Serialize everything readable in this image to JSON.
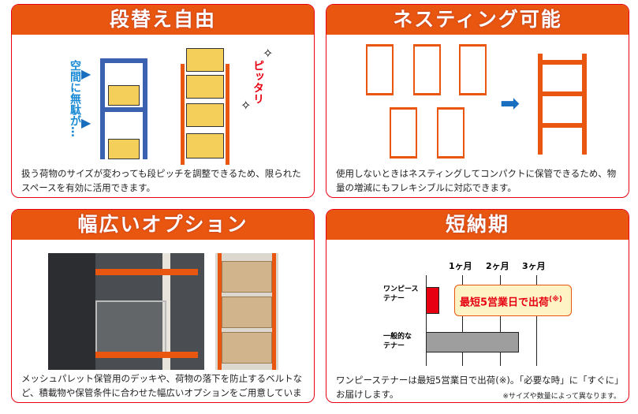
{
  "panels": {
    "p1": {
      "title": "段替え自由",
      "side_label": "空間に無駄が…",
      "fit_label": "ピッタリ",
      "desc": "扱う荷物のサイズが変わっても段ピッチを調整できるため、限られたスペースを有効に活用できます。"
    },
    "p2": {
      "title": "ネスティング可能",
      "desc": "使用しないときはネスティングしてコンパクトに保管できるため、物量の増減にもフレキシブルに対応できます。"
    },
    "p3": {
      "title": "幅広いオプション",
      "desc": "メッシュパレット保管用のデッキや、荷物の落下を防止するベルトなど、積載物や保管条件に合わせた幅広いオプションをご用意しています。"
    },
    "p4": {
      "title": "短納期",
      "months": [
        "1ヶ月",
        "2ヶ月",
        "3ヶ月"
      ],
      "row1": "ワンピース\nテナー",
      "row2": "一般的な\nテナー",
      "callout": "最短5営業日で出荷",
      "callout_note": "(※)",
      "desc": "ワンピーステナーは最短5営業日で出荷(※)。「必要な時」に「すぐに」お届けします。",
      "footnote": "※サイズや数量によって異なります。"
    }
  },
  "colors": {
    "header": "#e8560f",
    "border": "#e60012",
    "accent_blue": "#1a8ad4"
  }
}
